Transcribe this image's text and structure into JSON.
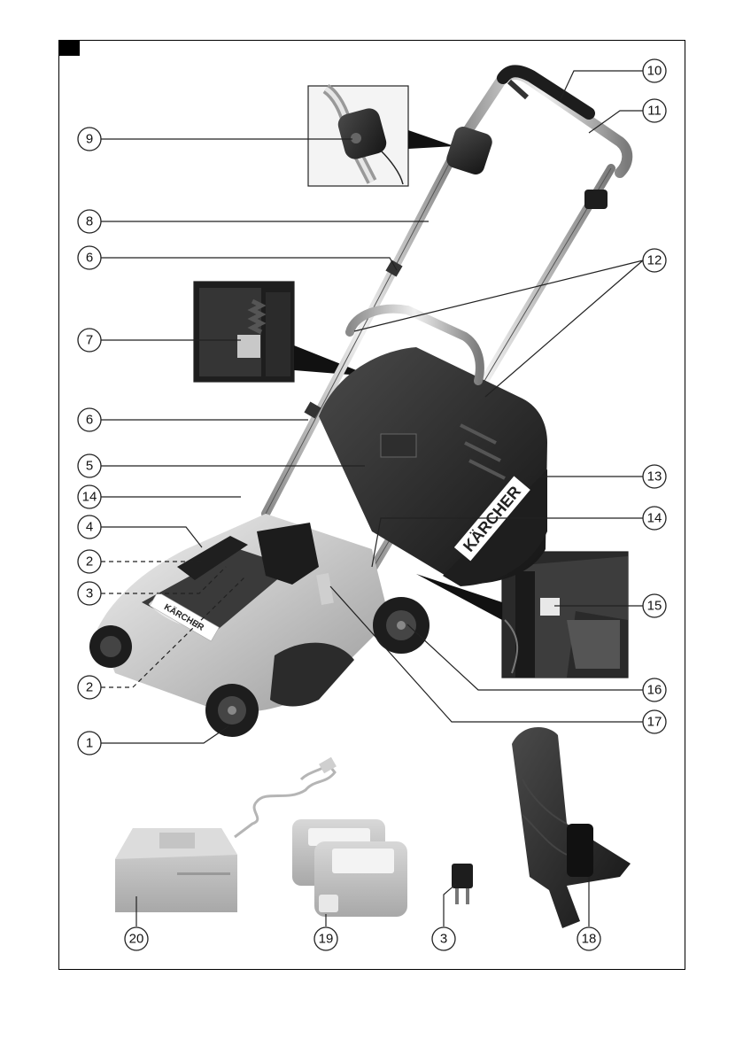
{
  "brand": {
    "logo_text": "KÄRCHER",
    "color": "#fdd000"
  },
  "callouts": {
    "c1": "1",
    "c2a": "2",
    "c2b": "2",
    "c3a": "3",
    "c3b": "3",
    "c4": "4",
    "c5": "5",
    "c6a": "6",
    "c6b": "6",
    "c7": "7",
    "c8": "8",
    "c9": "9",
    "c10": "10",
    "c11": "11",
    "c12": "12",
    "c13": "13",
    "c14a": "14",
    "c14b": "14",
    "c15": "15",
    "c16": "16",
    "c17": "17",
    "c18": "18",
    "c19": "19",
    "c20": "20"
  },
  "colors": {
    "dark": "#2a2a2a",
    "mid": "#6b6b6b",
    "light": "#cfcfcf",
    "accessory": "#bdbdbd"
  }
}
